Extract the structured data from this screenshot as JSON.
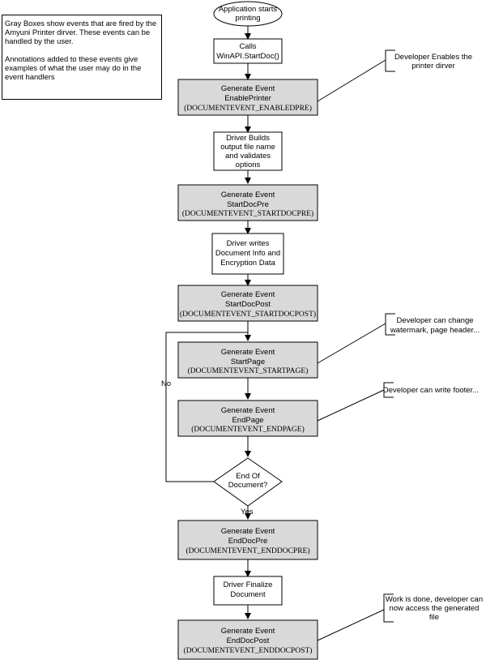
{
  "legend": {
    "paragraph_1": "Gray Boxes show events that are fired by the Amyuni Printer dirver. These events can be handled by the user.",
    "paragraph_2": "Annotations added to these events give examples of what the user may do in the event handlers"
  },
  "nodes": {
    "app_starts": [
      "Application starts",
      "printing"
    ],
    "calls_startdoc": [
      "Calls",
      "WinAPI.StartDoc()"
    ],
    "event_enableprinter": [
      "Generate Event",
      "EnablePrinter",
      "(DOCUMENTEVENT_ENABLEDPRE)"
    ],
    "driver_builds": [
      "Driver Builds",
      "output file name",
      "and validates",
      "options"
    ],
    "event_startdocpre": [
      "Generate Event",
      "StartDocPre",
      "(DOCUMENTEVENT_STARTDOCPRE)"
    ],
    "driver_writes": [
      "Driver writes",
      "Document Info and",
      "Encryption Data"
    ],
    "event_startdocpost": [
      "Generate Event",
      "StartDocPost",
      "(DOCUMENTEVENT_STARTDOCPOST)"
    ],
    "event_startpage": [
      "Generate Event",
      "StartPage",
      "(DOCUMENTEVENT_STARTPAGE)"
    ],
    "event_endpage": [
      "Generate Event",
      "EndPage",
      "(DOCUMENTEVENT_ENDPAGE)"
    ],
    "end_of_document": [
      "End Of",
      "Document?"
    ],
    "event_enddocpre": [
      "Generate Event",
      "EndDocPre",
      "(DOCUMENTEVENT_ENDDOCPRE)"
    ],
    "driver_finalize": [
      "Driver Finalize",
      "Document"
    ],
    "event_enddocpost": [
      "Generate Event",
      "EndDocPost",
      "(DOCUMENTEVENT_ENDDOCPOST)"
    ]
  },
  "edge_labels": {
    "no": "No",
    "yes": "Yes"
  },
  "annotations": {
    "enables_printer": [
      "Developer Enables the",
      "printer dirver"
    ],
    "change_watermark": [
      "Developer can change",
      "watermark, page header..."
    ],
    "write_footer": [
      "Developer can write footer..."
    ],
    "work_done": [
      "Work is done, developer can",
      "now access the generated",
      "file"
    ]
  },
  "colors": {
    "event_fill": "#d9d9d9",
    "plain_fill": "#ffffff",
    "stroke": "#000000"
  }
}
